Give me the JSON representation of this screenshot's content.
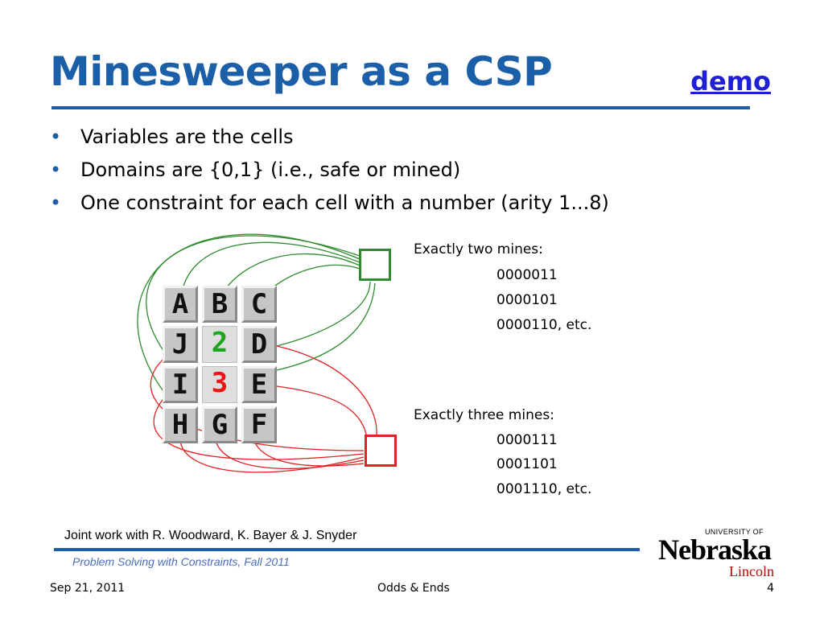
{
  "slide": {
    "title": "Minesweeper as a CSP",
    "demo_link": "demo",
    "bullets": [
      "Variables are the cells",
      "Domains are {0,1} (i.e., safe or mined)",
      "One constraint for each cell with a number (arity 1...8)"
    ]
  },
  "board": {
    "rows": [
      [
        "A",
        "B",
        "C"
      ],
      [
        "J",
        "2",
        "D"
      ],
      [
        "I",
        "3",
        "E"
      ],
      [
        "H",
        "G",
        "F"
      ]
    ]
  },
  "notes": {
    "two": {
      "heading": "Exactly two mines:",
      "lines": [
        "0000011",
        "0000101",
        "0000110, etc."
      ]
    },
    "three": {
      "heading": "Exactly three mines:",
      "lines": [
        "0000111",
        "0001101",
        "0001110, etc."
      ]
    }
  },
  "footer": {
    "credit": "Joint work with R. Woodward,  K. Bayer & J. Snyder",
    "course": "Problem Solving with Constraints, Fall 2011",
    "date": "Sep 21, 2011",
    "center": "Odds & Ends",
    "slide_number": "4"
  },
  "logo": {
    "university_of": "UNIVERSITY OF",
    "name": "Nebraska",
    "campus": "Lincoln"
  },
  "colors": {
    "title": "#1a5fa8",
    "link": "#1f1fd6",
    "green_constraint": "#2e8b2e",
    "red_constraint": "#e02222",
    "course_text": "#4a6fb8"
  }
}
